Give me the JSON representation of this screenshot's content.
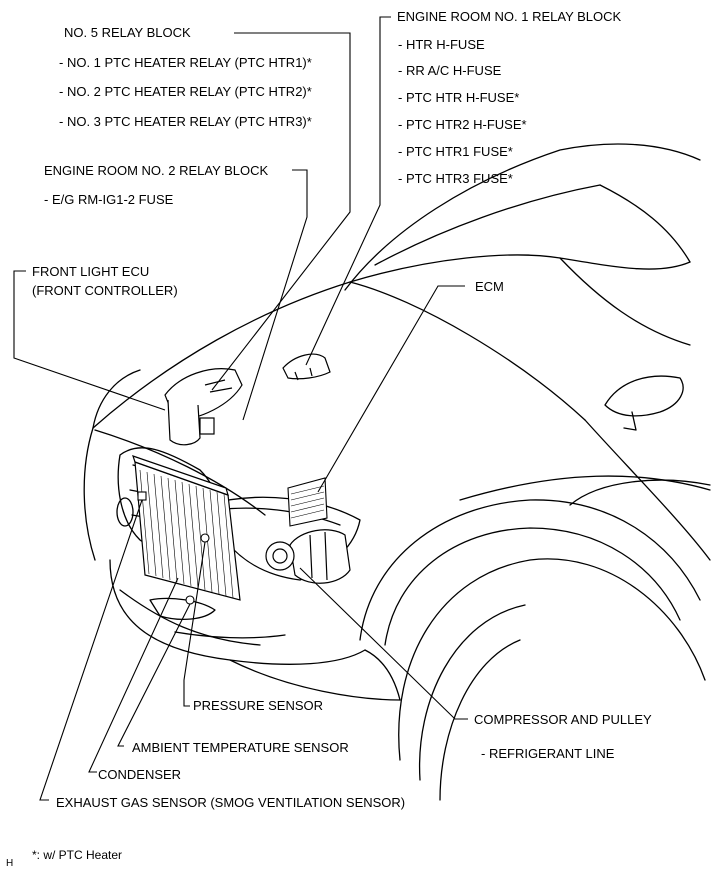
{
  "labels": {
    "relay5": {
      "title": "NO. 5 RELAY BLOCK",
      "items": [
        "- NO. 1 PTC HEATER RELAY (PTC HTR1)*",
        "- NO. 2 PTC HEATER RELAY (PTC HTR2)*",
        "- NO. 3 PTC HEATER RELAY (PTC HTR3)*"
      ]
    },
    "relay2": {
      "title": "ENGINE ROOM NO. 2 RELAY BLOCK",
      "items": [
        "- E/G RM-IG1-2 FUSE"
      ]
    },
    "relay1": {
      "title": "ENGINE ROOM NO. 1 RELAY BLOCK",
      "items": [
        "- HTR H-FUSE",
        "- RR A/C H-FUSE",
        "- PTC HTR H-FUSE*",
        "- PTC HTR2 H-FUSE*",
        "- PTC HTR1 FUSE*",
        "- PTC HTR3 FUSE*"
      ]
    },
    "front_light_ecu": {
      "line1": "FRONT LIGHT ECU",
      "line2": "(FRONT CONTROLLER)"
    },
    "ecm": "ECM",
    "pressure_sensor": "PRESSURE SENSOR",
    "ambient_sensor": "AMBIENT TEMPERATURE SENSOR",
    "condenser": "CONDENSER",
    "exhaust_sensor": "EXHAUST GAS SENSOR (SMOG VENTILATION SENSOR)",
    "compressor": "COMPRESSOR AND PULLEY",
    "refrigerant": "- REFRIGERANT LINE"
  },
  "footnote": "*: w/ PTC Heater",
  "corner_mark": "H"
}
